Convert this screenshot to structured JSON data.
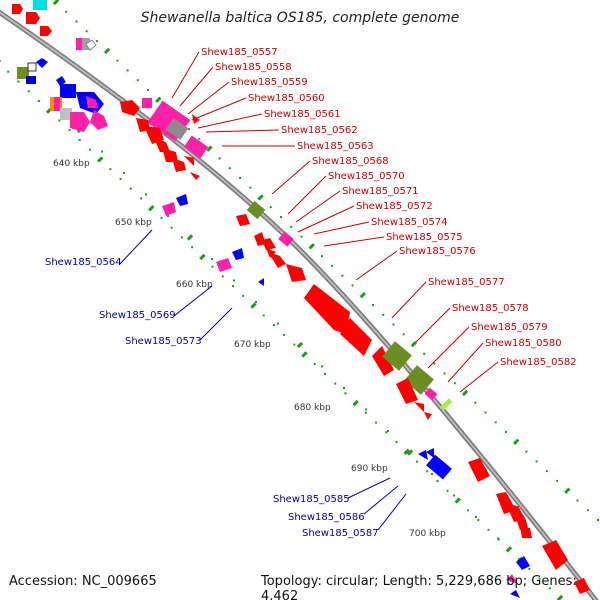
{
  "title": "Shewanella baltica OS185, complete genome",
  "accession": "Accession: NC_009665",
  "summary": "Topology: circular; Length: 5,229,686 bp; Genes: 4,462",
  "colors": {
    "backbone": "#888888",
    "red": "#ff0000",
    "blue": "#0000ff",
    "magenta": "#ff20a8",
    "olive": "#6b8e23",
    "grey": "#8c8c8c",
    "green_tick": "#1a9e1a",
    "label_red": "#cc0000",
    "label_blue": "#0000aa"
  },
  "scale_labels": [
    "640 kbp",
    "650 kbp",
    "660 kbp",
    "670 kbp",
    "680 kbp",
    "690 kbp",
    "700 kbp"
  ],
  "upper_genes": [
    "Shew185_0557",
    "Shew185_0558",
    "Shew185_0559",
    "Shew185_0560",
    "Shew185_0561",
    "Shew185_0562",
    "Shew185_0563",
    "Shew185_0568",
    "Shew185_0570",
    "Shew185_0571",
    "Shew185_0572",
    "Shew185_0574",
    "Shew185_0575",
    "Shew185_0576",
    "Shew185_0577",
    "Shew185_0578",
    "Shew185_0579",
    "Shew185_0580",
    "Shew185_0582"
  ],
  "lower_genes": [
    "Shew185_0564",
    "Shew185_0569",
    "Shew185_0573",
    "Shew185_0585",
    "Shew185_0586",
    "Shew185_0587"
  ]
}
